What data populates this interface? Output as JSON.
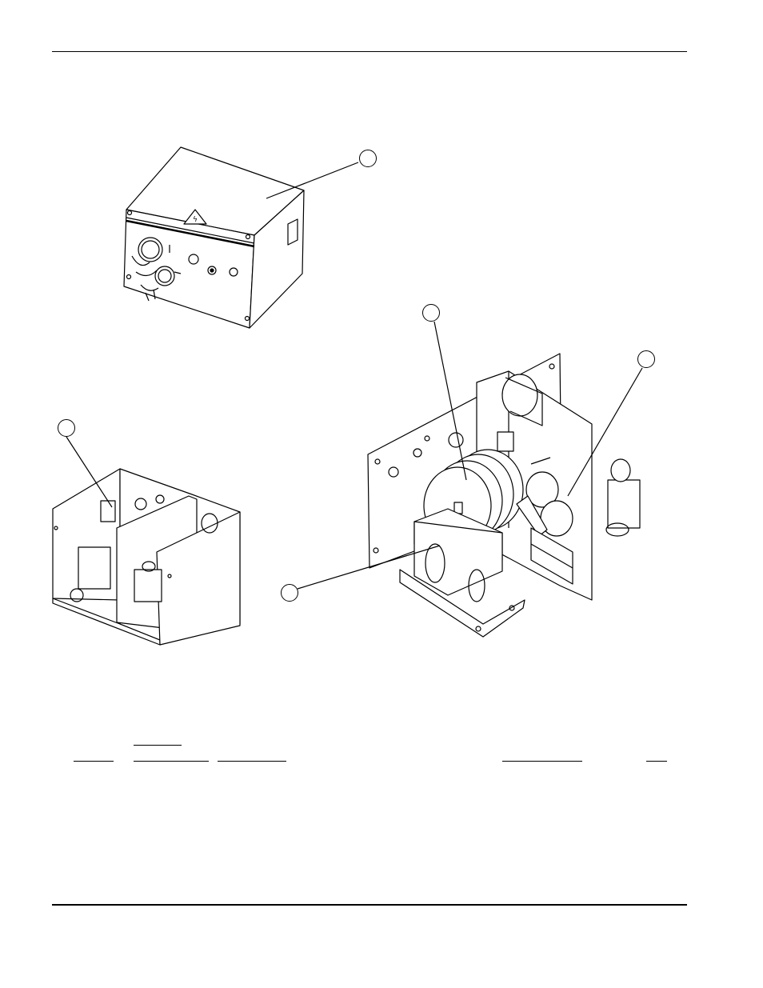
{
  "page": {
    "header_text": "",
    "footer_text": ""
  },
  "callouts": [
    {
      "id": "enclosure",
      "label": ""
    },
    {
      "id": "drive-assembly",
      "label": ""
    },
    {
      "id": "wire-feed-rolls",
      "label": ""
    },
    {
      "id": "relay-panel",
      "label": ""
    },
    {
      "id": "transformer",
      "label": ""
    }
  ],
  "parts_table": {
    "columns": [
      "",
      "",
      "",
      "",
      ""
    ],
    "rows": []
  }
}
